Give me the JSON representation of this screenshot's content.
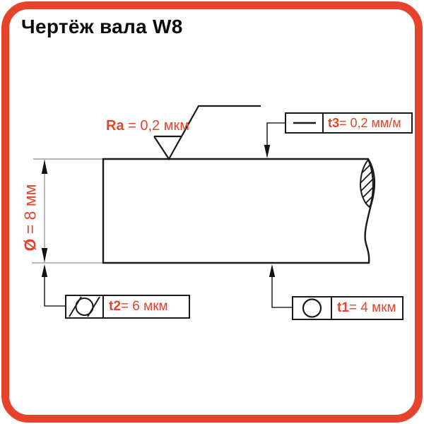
{
  "accent_color": "#e5432c",
  "title": "Чертёж вала W8",
  "drawing": {
    "roughness_label": {
      "name": "Ra",
      "value": " = 0,2 мкм"
    },
    "diameter_label": {
      "name": "Ø",
      "value": " = 8 мм"
    },
    "tolerance_boxes": {
      "t3": {
        "symbol_icon": "straightness-icon",
        "name": "t3",
        "value": " = 0,2 мм/м"
      },
      "t2": {
        "symbol_icon": "cylindricity-icon",
        "name": "t2",
        "value": " = 6 мкм"
      },
      "t1": {
        "symbol_icon": "roundness-icon",
        "name": "t1",
        "value": " = 4 мкм"
      }
    }
  }
}
